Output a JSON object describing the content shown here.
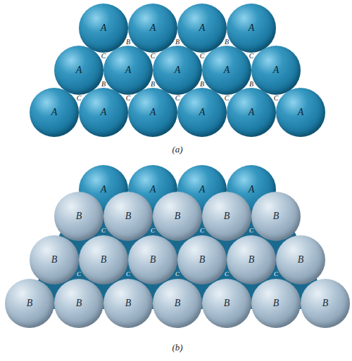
{
  "diagram": {
    "nodes": [
      {
        "text": [
          "A"
        ]
      },
      {
        "text": [
          "A"
        ]
      },
      {
        "text": [
          "A"
        ]
      },
      {
        "text": [
          "A"
        ]
      },
      {
        "text": [
          "A"
        ]
      },
      {
        "text": [
          "A"
        ]
      },
      {
        "text": [
          "A"
        ]
      },
      {
        "text": [
          "A"
        ]
      },
      {
        "text": [
          "A"
        ]
      },
      {
        "text": [
          "A"
        ]
      },
      {
        "text": [
          "A"
        ]
      },
      {
        "text": [
          "A"
        ]
      },
      {
        "text": [
          "A"
        ]
      },
      {
        "text": [
          "A"
        ]
      },
      {
        "text": [
          "A"
        ]
      },
      {
        "text": [
          "A"
        ]
      },
      {
        "text": [
          "A"
        ]
      },
      {
        "text": [
          "A"
        ]
      },
      {
        "text": [
          "A"
        ]
      },
      {
        "text": [
          "B"
        ]
      },
      {
        "text": [
          "B"
        ]
      },
      {
        "text": [
          "B"
        ]
      },
      {
        "text": [
          "B"
        ]
      },
      {
        "text": [
          "B"
        ]
      },
      {
        "text": [
          "B"
        ]
      },
      {
        "text": [
          "B"
        ]
      },
      {
        "text": [
          "B"
        ]
      },
      {
        "text": [
          "B"
        ]
      },
      {
        "text": [
          "B"
        ]
      },
      {
        "text": [
          "B"
        ]
      },
      {
        "text": [
          "B"
        ]
      },
      {
        "text": [
          "B"
        ]
      },
      {
        "text": [
          "B"
        ]
      },
      {
        "text": [
          "B"
        ]
      },
      {
        "text": [
          "B"
        ]
      },
      {
        "text": [
          "B"
        ]
      },
      {
        "text": [
          "B"
        ]
      }
    ],
    "labels": [
      "B",
      "B",
      "B",
      "C",
      "C",
      "C",
      "C",
      "B",
      "B",
      "B",
      "B",
      "C",
      "C",
      "C",
      "C",
      "C",
      "(a)",
      "C",
      "C",
      "C",
      "C",
      "C",
      "C",
      "C",
      "C",
      "C",
      "(b)"
    ]
  }
}
